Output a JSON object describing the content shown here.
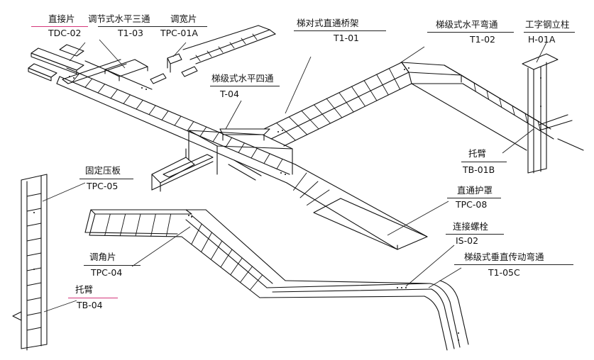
{
  "labels": [
    {
      "name": "直接片",
      "code": "TDC-02"
    },
    {
      "name": "调节式水平三通",
      "code": "T1-03"
    },
    {
      "name": "调宽片",
      "code": "TPC-01A"
    },
    {
      "name": "梯对式直通桥架",
      "code": "T1-01"
    },
    {
      "name": "梯级式水平弯通",
      "code": "T1-02"
    },
    {
      "name": "工字钢立柱",
      "code": "H-01A"
    },
    {
      "name": "梯级式水平四通",
      "code": "T-04"
    },
    {
      "name": "托臂",
      "code": "TB-01B"
    },
    {
      "name": "固定压板",
      "code": "TPC-05"
    },
    {
      "name": "直通护罩",
      "code": "TPC-08"
    },
    {
      "name": "连接螺栓",
      "code": "IS-02"
    },
    {
      "name": "调角片",
      "code": "TPC-04"
    },
    {
      "name": "梯级式垂直传动弯通",
      "code": "T1-05C"
    },
    {
      "name": "托臂",
      "code": "TB-04"
    }
  ],
  "colors": {
    "line": "#111111",
    "underline_accent": "#d4367a"
  }
}
